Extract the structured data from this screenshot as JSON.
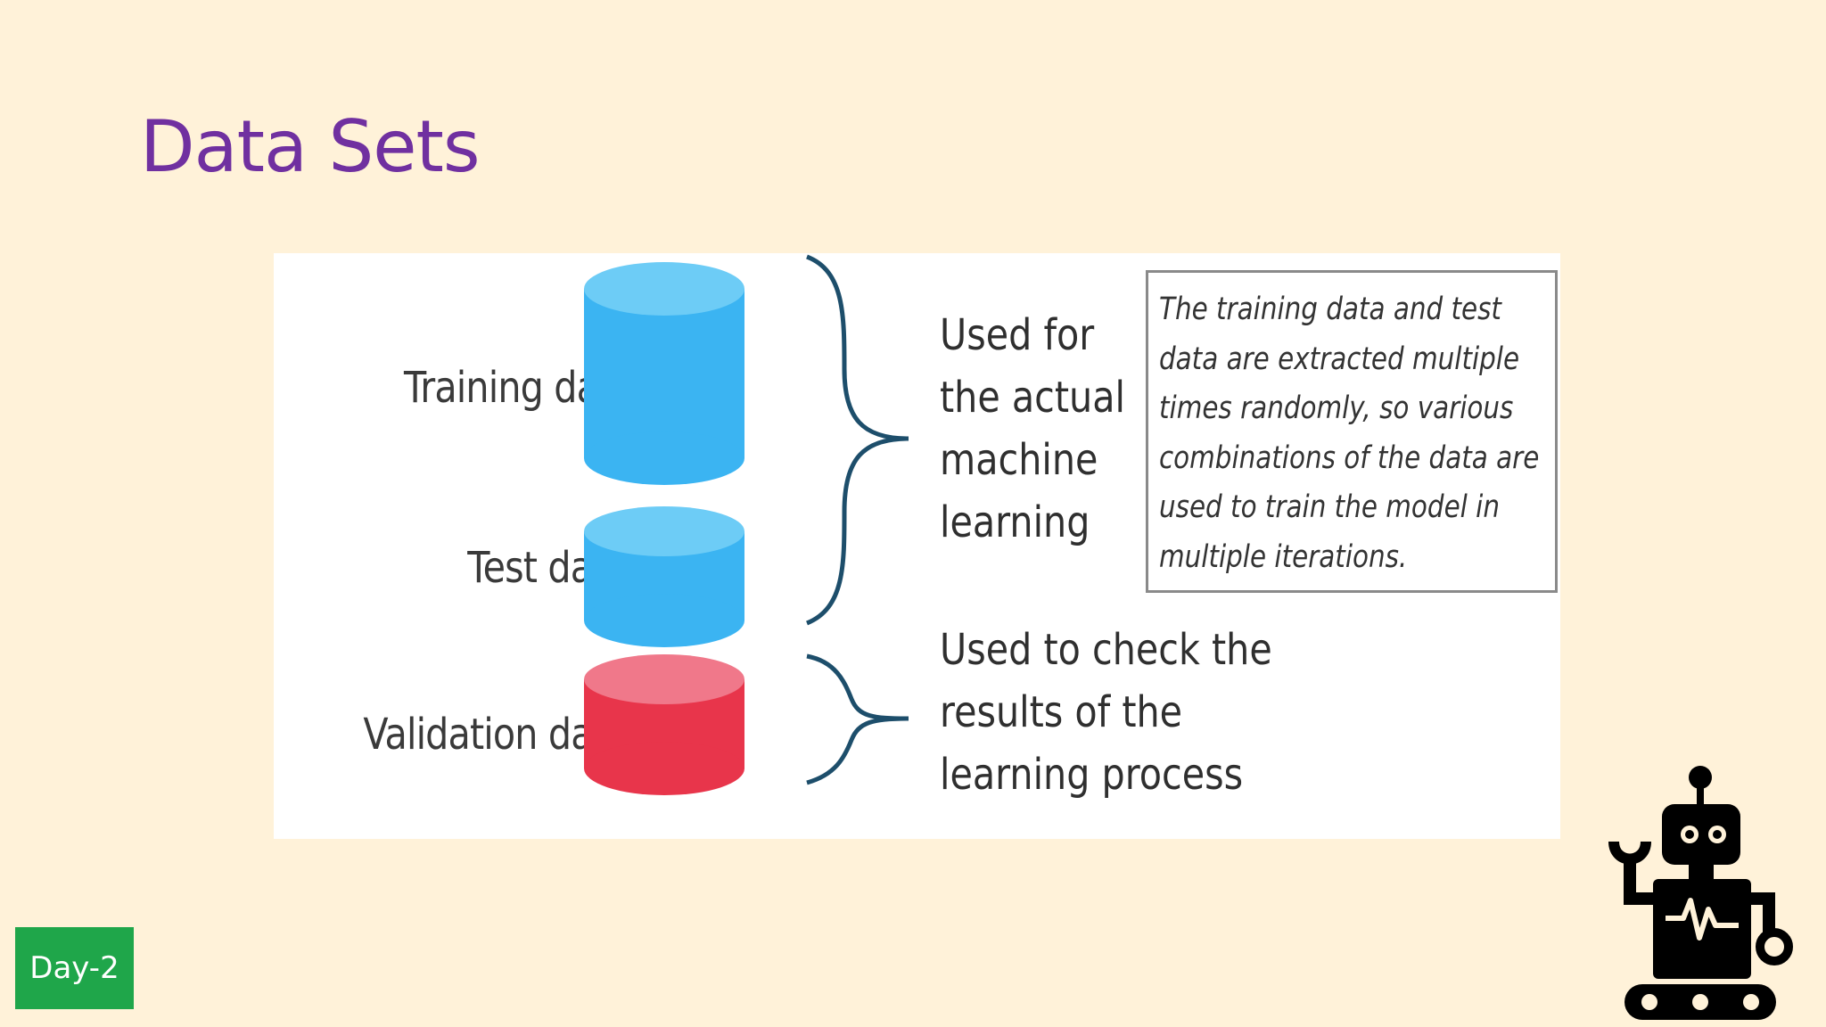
{
  "slide": {
    "title": "Data Sets",
    "badge": "Day-2"
  },
  "diagram": {
    "labels": {
      "training": "Training data",
      "test": "Test data",
      "validation": "Validation data"
    },
    "upper_description": [
      "Used for",
      "the actual",
      "machine",
      "learning"
    ],
    "lower_description": [
      "Used to check the",
      "results of the",
      "learning process"
    ],
    "note": [
      "The training data and test",
      "data are extracted multiple",
      "times randomly, so various",
      "combinations of the data are",
      "used to train the model in",
      "multiple  iterations."
    ],
    "colors": {
      "training_test": "#3bb4f2",
      "training_test_top": "#6dccf6",
      "validation": "#e8354b",
      "validation_top": "#f0788a",
      "brace": "#1d4e6b"
    }
  },
  "icons": {
    "robot": "robot-icon"
  }
}
